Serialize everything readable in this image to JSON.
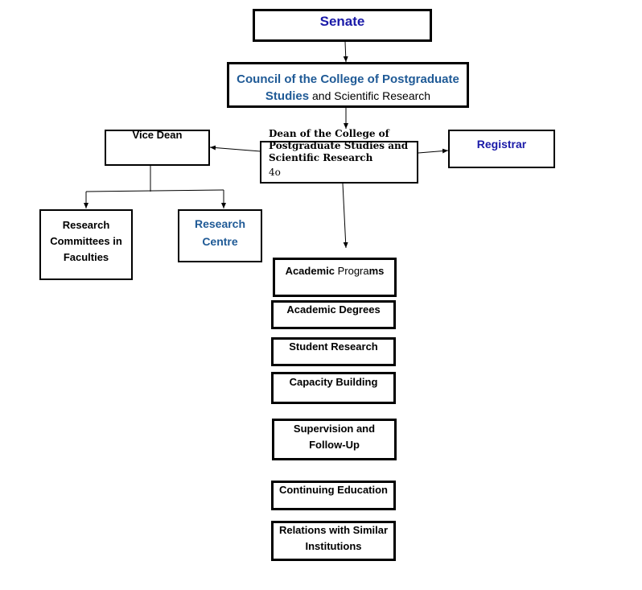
{
  "colors": {
    "senate": "#1a1aa8",
    "council": "#1f5a96",
    "registrar": "#1a1aa8",
    "research_centre": "#1f5a96",
    "lines": "#000000"
  },
  "senate": "Senate",
  "council": {
    "line1": "Council of the College of Postgraduate",
    "line2_colored": "Studies",
    "line2_plain": " and Scientific Research"
  },
  "dean": {
    "line1": "Dean of the College of",
    "line2": "Postgraduate Studies and",
    "line3": "Scientific Research",
    "line4": "4o"
  },
  "vice_dean": "Vice Dean",
  "registrar": "Registrar",
  "research_committees": [
    "Research",
    "Committees in",
    "Faculties"
  ],
  "research_centre": [
    "Research",
    "Centre"
  ],
  "units": {
    "academic_programs": {
      "bold": "Academic",
      "plain": " Progra",
      "bold2": "ms"
    },
    "academic_degrees": "Academic Degrees",
    "student_research": "Student Research",
    "capacity_building": "Capacity Building",
    "supervision": [
      "Supervision and",
      "Follow-Up"
    ],
    "continuing_education": "Continuing Education",
    "relations": [
      "Relations with Similar",
      "Institutions"
    ]
  }
}
